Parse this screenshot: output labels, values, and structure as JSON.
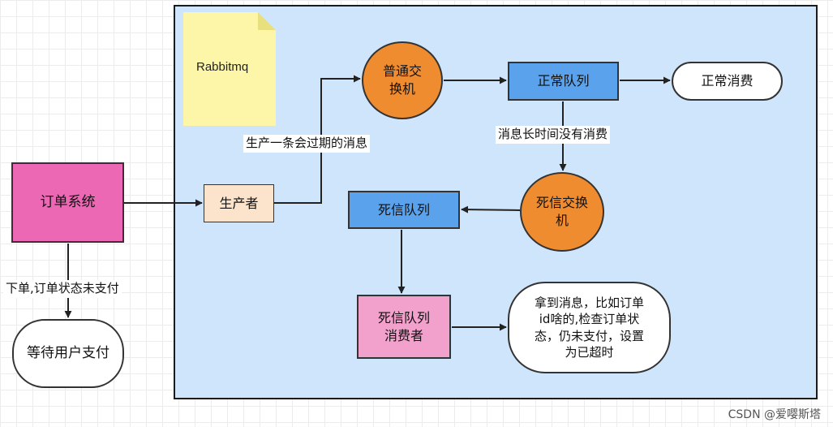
{
  "note": {
    "label": "Rabbitmq"
  },
  "nodes": {
    "order_system": "订单系统",
    "wait_pay": "等待用户支付",
    "producer": "生产者",
    "normal_exchange": [
      "普通交",
      "换机"
    ],
    "normal_queue": "正常队列",
    "normal_consume": "正常消费",
    "dlx": [
      "死信交换",
      "机"
    ],
    "dlq": "死信队列",
    "dlq_consumer": [
      "死信队列",
      "消费者"
    ],
    "result": [
      "拿到消息，比如订单",
      "id啥的,检查订单状",
      "态，仍未支付，设置",
      "为已超时"
    ]
  },
  "edge_labels": {
    "order": "下单,订单状态未支付",
    "produce": "生产一条会过期的消息",
    "expire": "消息长时间没有消费"
  },
  "watermark": "CSDN @爱嘤斯塔",
  "colors": {
    "container": "#cfe5fb",
    "order_system": "#ec67b4",
    "exchange": "#f08c30",
    "queue": "#5aa2ec",
    "producer": "#fbe3cc",
    "dlq_consumer": "#f2a0cc",
    "note": "#fdf6a8"
  }
}
